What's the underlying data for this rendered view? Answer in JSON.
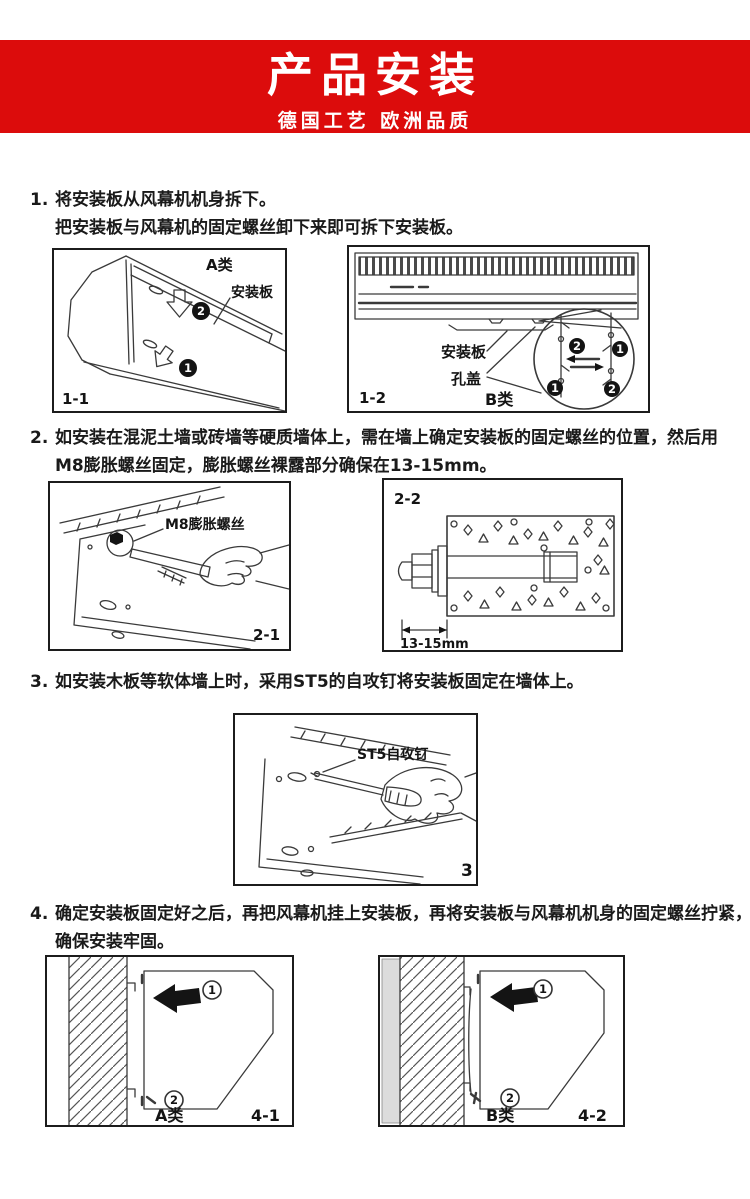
{
  "header": {
    "title": "产品安装",
    "subtitle": "德国工艺  欧洲品质",
    "bg_color": "#dc0c0c",
    "text_color": "#ffffff"
  },
  "steps": [
    {
      "num": "1.",
      "lines": [
        "将安装板从风幕机机身拆下。",
        "把安装板与风幕机的固定螺丝卸下来即可拆下安装板。"
      ]
    },
    {
      "num": "2.",
      "lines": [
        "如安装在混泥土墙或砖墙等硬质墙体上，需在墙上确定安装板的固定螺丝的位置，然后用",
        "M8膨胀螺丝固定，膨胀螺丝裸露部分确保在13-15mm。"
      ]
    },
    {
      "num": "3.",
      "lines": [
        "如安装木板等软体墙上时，采用ST5的自攻钉将安装板固定在墙体上。"
      ]
    },
    {
      "num": "4.",
      "lines": [
        "确定安装板固定好之后，再把风幕机挂上安装板，再将安装板与风幕机机身的固定螺丝拧紧，",
        "确保安装牢固。"
      ]
    }
  ],
  "figures": {
    "f1_1": {
      "caption": "1-1",
      "type_label": "A类",
      "part_label": "安装板",
      "marker_1": "1",
      "marker_2": "2"
    },
    "f1_2": {
      "caption": "1-2",
      "type_label": "B类",
      "part_label_plate": "安装板",
      "part_label_cover": "孔盖",
      "marker_1": "1",
      "marker_2": "2"
    },
    "f2_1": {
      "caption": "2-1",
      "part_label": "M8膨胀螺丝"
    },
    "f2_2": {
      "caption": "2-2",
      "dimension": "13-15mm"
    },
    "f3": {
      "caption": "3",
      "part_label": "ST5自攻钉"
    },
    "f4_1": {
      "caption": "4-1",
      "type_label": "A类",
      "marker_1": "1",
      "marker_2": "2"
    },
    "f4_2": {
      "caption": "4-2",
      "type_label": "B类",
      "marker_1": "1",
      "marker_2": "2"
    }
  }
}
